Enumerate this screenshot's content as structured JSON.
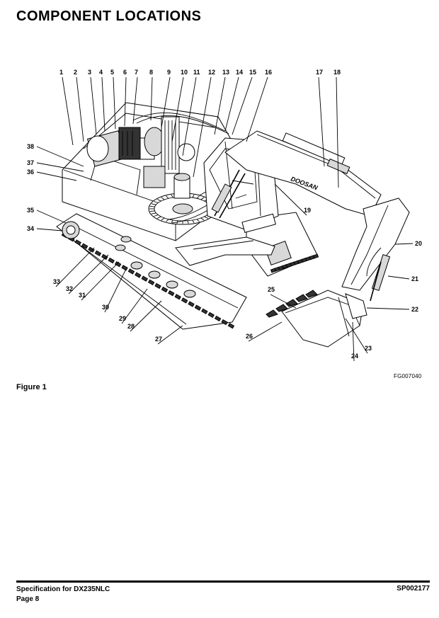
{
  "page": {
    "title": "COMPONENT LOCATIONS",
    "figure_code": "FG007040",
    "figure_caption": "Figure 1",
    "boom_brand": "DOOSAN"
  },
  "callouts": [
    "1",
    "2",
    "3",
    "4",
    "5",
    "6",
    "7",
    "8",
    "9",
    "10",
    "11",
    "12",
    "13",
    "14",
    "15",
    "16",
    "17",
    "18",
    "19",
    "20",
    "21",
    "22",
    "23",
    "24",
    "25",
    "26",
    "27",
    "28",
    "29",
    "30",
    "31",
    "32",
    "33",
    "34",
    "35",
    "36",
    "37",
    "38"
  ],
  "footer": {
    "spec_line": "Specification for  DX235NLC",
    "page_line": "Page  8",
    "doc_code": "SP002177"
  }
}
